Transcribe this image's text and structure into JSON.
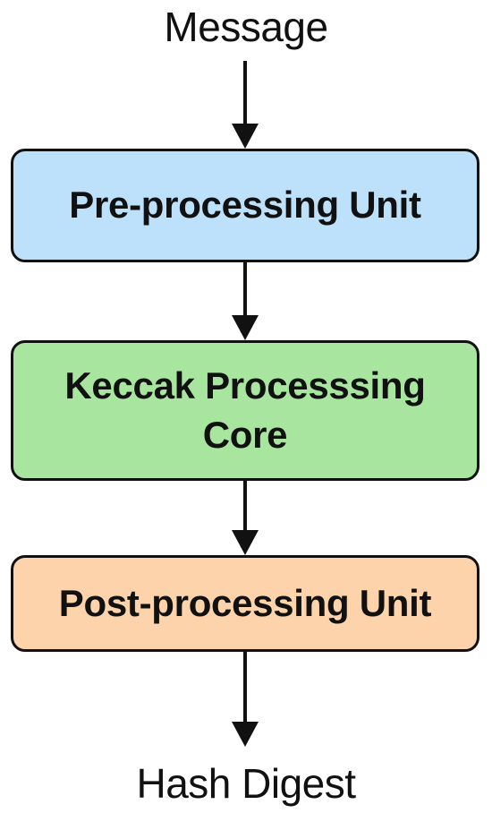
{
  "diagram": {
    "input": "Message",
    "output": "Hash Digest",
    "blocks": [
      {
        "label": "Pre-processing Unit",
        "color": "#bde0fb"
      },
      {
        "label": "Keccak Processsing Core",
        "color": "#a8e6a0"
      },
      {
        "label": "Post-processing Unit",
        "color": "#fcd3ab"
      }
    ],
    "flow": [
      "Message",
      "Pre-processing Unit",
      "Keccak Processsing Core",
      "Post-processing Unit",
      "Hash Digest"
    ]
  }
}
